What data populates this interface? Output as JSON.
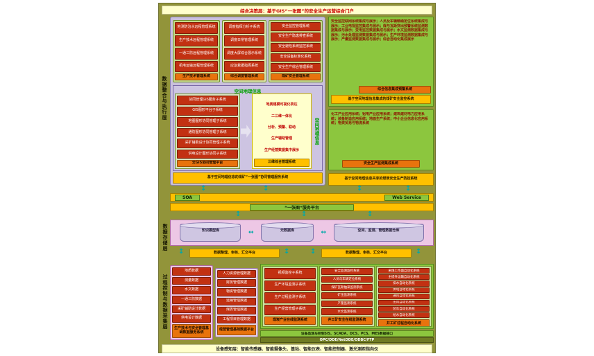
{
  "colors": {
    "olive_bg": "#92943a",
    "bright_green": "#8cc63e",
    "light_green": "#c5d98b",
    "red_chip": "#c23112",
    "orange_chip": "#e8730d",
    "gold_bar": "#ffc000",
    "lavender_panel": "#c9c0dc",
    "pink_box": "#edc7e5",
    "teal_arrow": "#00a8a8",
    "banner_bg": "#ffffcc",
    "banner_text": "#cc0000"
  },
  "banners": {
    "top": "综合决策层：基于GIS“一张图”的安全生产运营综合门户",
    "bottom": "设备感知层：智能传感器、智能摄像头、基站、智能仪表、智能控制器、激光测距指向仪"
  },
  "layers": {
    "exec": "数据整合与执行层",
    "storage": "数据存储层",
    "process": "过程控制与数据采集层"
  },
  "exec": {
    "box_survey": {
      "items": [
        "地测防治水远程管理系统",
        "生产技术远程管理系统",
        "一通三防远程管理系统",
        "机电运输远程管理系统"
      ],
      "footer": "生产技术管理系统"
    },
    "box_dispatch": {
      "items": [
        "调度指挥分析子系统",
        "调度日常管理系统",
        "调度大屏综合展示系统",
        "应急救援指挥系统"
      ],
      "footer": "综合调度管理系统"
    },
    "box_safety": {
      "items": [
        "安全监控管理系统",
        "安全生产隐患排查系统",
        "安全避险系统监控系统",
        "安全设备标准化系统",
        "安全生产综合管理系统"
      ],
      "footer": "煤矿安全管理系统"
    },
    "box_monitor": {
      "text": "安全监控联网系统集成与展示；人员及车辆精确定位系统集成与展示；工业电视监控集成与展示；煤与瓦斯突出预警系统监测数据集成与展示；变电监控数据集成与展示；水文监测数据集成与展示；污水处理监测数据集成与展示；生产环境监测数据集成与展示；产量监测数据集成与展示；综合自动化集成展示",
      "alert": "综合信息集成预警系统",
      "footer": "基于空间地理信息集成的煤矿安全监控系统"
    },
    "spatial": {
      "title": "空间地理信息",
      "side_label": "空间地理信息",
      "gis": {
        "items": [
          "协同管理GIS服务子系统",
          "GIS图形平台子系统",
          "地图图形协同管理子系统",
          "通防图形协同管理子系统",
          "采矿辅助设计协同管理子系统",
          "供电设计图形协同子系统"
        ],
        "footer": "云GIS协同管理平台"
      },
      "viz": {
        "items": [
          "地质建模可视化表达",
          "二三维一体化",
          "分析、预警、联动",
          "生产辅助管理",
          "生产经营数据集中展示"
        ],
        "footer": "三维综合管理系统"
      },
      "footer": "基于空间地理信息的煤矿“一张图”协同管理服务系统"
    },
    "box_industry": {
      "text": "化工产业应用系统；铝电产业应用系统；建筑建材电力应用系统；装备制造应用系统；地面生产系统；中小企业信息化应用系统；物资贸易与物流系统",
      "chip": "安全生产监测集成系统",
      "footer": "基于空间地理信息共享的煤炭安全生产防控系统"
    }
  },
  "service": {
    "soa": "SOA",
    "web": "Web Service",
    "platform": "“一张图”服务平台"
  },
  "storage": {
    "dbs": [
      "知识模型库",
      "元数据库",
      "空间、监测、管理数据仓库"
    ],
    "bar_left": "数据整理、审核、汇交平台",
    "bar_right": "数据整理、审核、汇交平台"
  },
  "process": {
    "box_tech": {
      "items": [
        "地质数据",
        "测量数据",
        "水文数据",
        "一通三防数据",
        "采矿辅助设计数据",
        "供电设计数据"
      ],
      "footer": "生产技术与安全管理基础数据服务系统"
    },
    "box_mgmt": {
      "items": [
        "人力资源管理数据",
        "财务管理数据",
        "物资管理数据",
        "运销管理数据",
        "煤质管理数据",
        "工程项目管理数据"
      ],
      "footer": "经营管理基础数据平台"
    },
    "box_video": {
      "items": [
        "视频监控子系统",
        "生产环境监测子系统",
        "生产过程监测子系统",
        "生产经营管理子系统"
      ],
      "footer": "煤炭产业在线监测系统"
    },
    "box_mine_safety": {
      "items": [
        "安全监测监控系统",
        "人员与车辆定位系统",
        "煤矿瓦斯抽采监测系统",
        "矿压监测系统",
        "产量监测系统",
        "水文监测系统"
      ],
      "footer": "井工矿安全在线监测系统"
    },
    "box_auto": {
      "items": [
        "采煤工作面自动化系统",
        "主提升运输自动化系统",
        "排水自动化系统",
        "供电自动化系统",
        "通风自动化系统",
        "压风自动化系统",
        "装车自动化系统",
        "给水自动化系统"
      ],
      "footer": "井工矿过程自动化系统"
    },
    "sis_bar": "设备监测与控制SIS、SCADA、DCS、PCS、MES数据接口",
    "protocol_bar": "OPC/DDE/NetDDE/ODBC/FTP"
  }
}
